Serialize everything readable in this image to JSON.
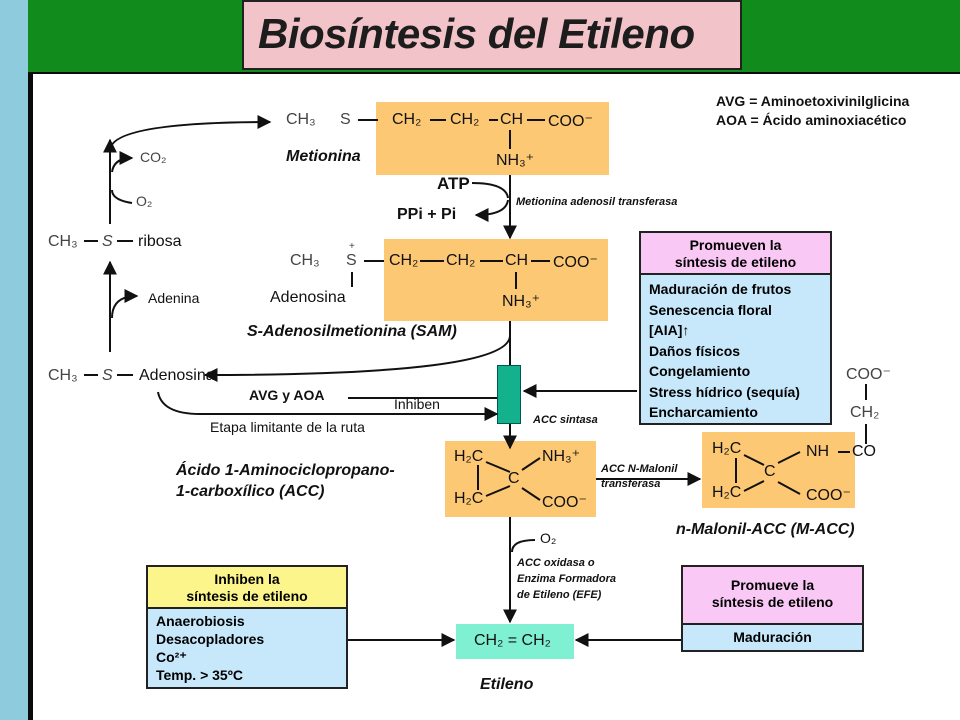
{
  "title": "Biosíntesis del Etileno",
  "abbreviations": [
    "AVG = Aminoetoxivinilglicina",
    "AOA = Ácido aminoxiacético"
  ],
  "methionine": {
    "formula": [
      "CH₃",
      "S",
      "CH₂",
      "CH₂",
      "CH",
      "COO⁻",
      "NH₃⁺"
    ],
    "name": "Metionina"
  },
  "atp_step": {
    "atp": "ATP",
    "ppi": "PPi + Pi",
    "enzyme": "Metionina adenosil transferasa"
  },
  "sam": {
    "formula": [
      "CH₃",
      "S",
      "+",
      "CH₂",
      "CH₂",
      "CH",
      "COO⁻",
      "NH₃⁺"
    ],
    "adenosina": "Adenosina",
    "name": "S-Adenosilmetionina (SAM)"
  },
  "cycle": {
    "co2": "CO₂",
    "o2": "O₂",
    "ribosa": [
      "CH₃",
      "S",
      "ribosa"
    ],
    "adenina": "Adenina",
    "mta": [
      "CH₃",
      "S",
      "Adenosina"
    ]
  },
  "inhibition": {
    "avg_aoa": "AVG y AOA",
    "inhiben": "Inhiben",
    "etapa": "Etapa limitante de la ruta",
    "acc_sintasa": "ACC sintasa"
  },
  "promote_panel": {
    "head": [
      "Promueven la",
      "síntesis de etileno"
    ],
    "items": [
      "Maduración de frutos",
      "Senescencia floral",
      "[AIA]↑",
      "Daños físicos",
      "Congelamiento",
      "Stress hídrico (sequía)",
      "Encharcamiento"
    ]
  },
  "acc": {
    "labels": [
      "H₂C",
      "C",
      "NH₃⁺",
      "H₂C",
      "COO⁻"
    ],
    "name_line1": "Ácido 1-Aminociclopropano-",
    "name_line2": "1-carboxílico (ACC)"
  },
  "macc": {
    "labels": [
      "H₂C",
      "C",
      "NH",
      "CO",
      "H₂C",
      "COO⁻"
    ],
    "side": [
      "COO⁻",
      "CH₂"
    ],
    "enzyme": [
      "ACC N-Malonil",
      "transferasa"
    ],
    "name": "n-Malonil-ACC (M-ACC)"
  },
  "oxidase": {
    "o2": "O₂",
    "enzyme": [
      "ACC oxidasa o",
      "Enzima Formadora",
      "de Etileno (EFE)"
    ]
  },
  "inhibit_panel": {
    "head": [
      "Inhiben la",
      "síntesis de etileno"
    ],
    "items": [
      "Anaerobiosis",
      "Desacopladores",
      "Co²⁺",
      "Temp. > 35ºC"
    ]
  },
  "promote2_panel": {
    "head": [
      "Promueve la",
      "síntesis de etileno"
    ],
    "items": [
      "Maduración"
    ]
  },
  "ethylene": {
    "formula": "CH₂ = CH₂",
    "name": "Etileno"
  },
  "colors": {
    "green_band": "#118c1c",
    "left_bar": "#8ecbdd",
    "title_pink": "#f2c3c9",
    "orange": "#fdc874",
    "pink_head": "#f9c8f5",
    "blue_body": "#c7e8fb",
    "yellow_head": "#fbf58c",
    "teal": "#14b28c",
    "ethylene": "#7ff0d2"
  }
}
